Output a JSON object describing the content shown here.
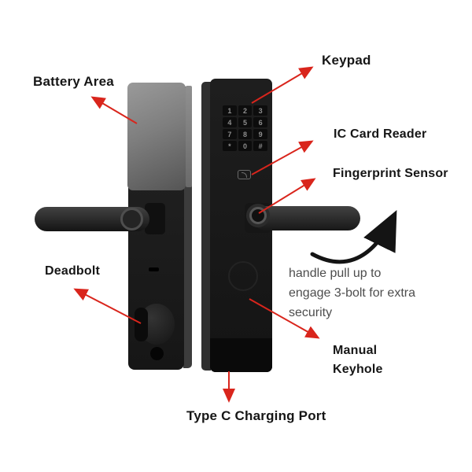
{
  "diagram": {
    "labels": {
      "battery_area": "Battery Area",
      "keypad": "Keypad",
      "ic_card_reader": "IC Card Reader",
      "fingerprint_sensor": "Fingerprint Sensor",
      "deadbolt": "Deadbolt",
      "manual_keyhole_line1": "Manual",
      "manual_keyhole_line2": "Keyhole",
      "type_c_charging_port": "Type C Charging Port"
    },
    "note": {
      "line1": "handle pull up to",
      "line2": "engage 3-bolt for extra",
      "line3": "security"
    },
    "keypad": {
      "keys": [
        "1",
        "2",
        "3",
        "4",
        "5",
        "6",
        "7",
        "8",
        "9",
        "*",
        "0",
        "#"
      ]
    },
    "colors": {
      "arrow_red": "#d9251c",
      "swoosh_black": "#141414",
      "label_text": "#161616",
      "note_text": "#4d4d4d",
      "lock_body": "#1a1a1a",
      "battery_panel_light": "#9a9a9a",
      "battery_panel_dark": "#555555",
      "background": "#ffffff"
    }
  }
}
